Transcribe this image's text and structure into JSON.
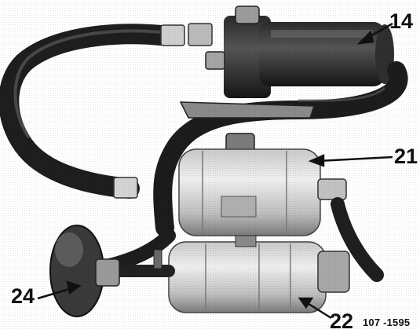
{
  "figure": {
    "ink_color": "#111111",
    "hose_color": "#1e1e1e",
    "metal_light": "#d8d8d8",
    "metal_mid": "#9a9a9a",
    "parts": [
      "fuel-pump",
      "fuel-filter",
      "fuel-pump-lower",
      "accumulator",
      "fuel-hoses",
      "mounting-bracket"
    ]
  },
  "callouts": {
    "c14": "14",
    "c21": "21",
    "c22": "22",
    "c24": "24"
  },
  "reference": "107 -1595"
}
